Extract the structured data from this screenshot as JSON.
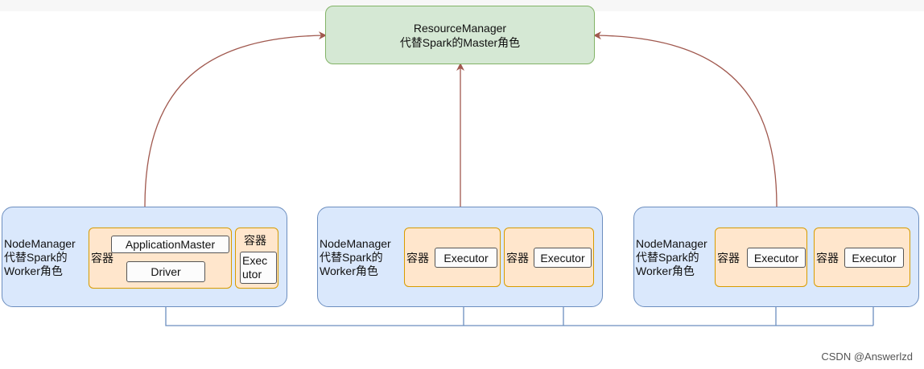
{
  "resource_manager": {
    "line1": "ResourceManager",
    "line2": "代替Spark的Master角色"
  },
  "node_managers": [
    {
      "line1": "NodeManager",
      "line2": "代替Spark的",
      "line3": "Worker角色",
      "containers": [
        {
          "label": "容器",
          "items": [
            "ApplicationMaster",
            "Driver"
          ]
        },
        {
          "label": "容器",
          "items": [
            "Exec",
            "utor"
          ]
        }
      ]
    },
    {
      "line1": "NodeManager",
      "line2": "代替Spark的",
      "line3": "Worker角色",
      "containers": [
        {
          "label": "容器",
          "items": [
            "Executor"
          ]
        },
        {
          "label": "容器",
          "items": [
            "Executor"
          ]
        }
      ]
    },
    {
      "line1": "NodeManager",
      "line2": "代替Spark的",
      "line3": "Worker角色",
      "containers": [
        {
          "label": "容器",
          "items": [
            "Executor"
          ]
        },
        {
          "label": "容器",
          "items": [
            "Executor"
          ]
        }
      ]
    }
  ],
  "colors": {
    "resource_manager_fill": "#d5e8d4",
    "resource_manager_border": "#82b366",
    "node_manager_fill": "#dae8fc",
    "node_manager_border": "#6c8ebf",
    "container_fill": "#ffe6cc",
    "container_border": "#d79b00",
    "register_arrow": "#a0584e",
    "executor_link": "#6c8ebf"
  },
  "watermark": "CSDN @Answerlzd"
}
